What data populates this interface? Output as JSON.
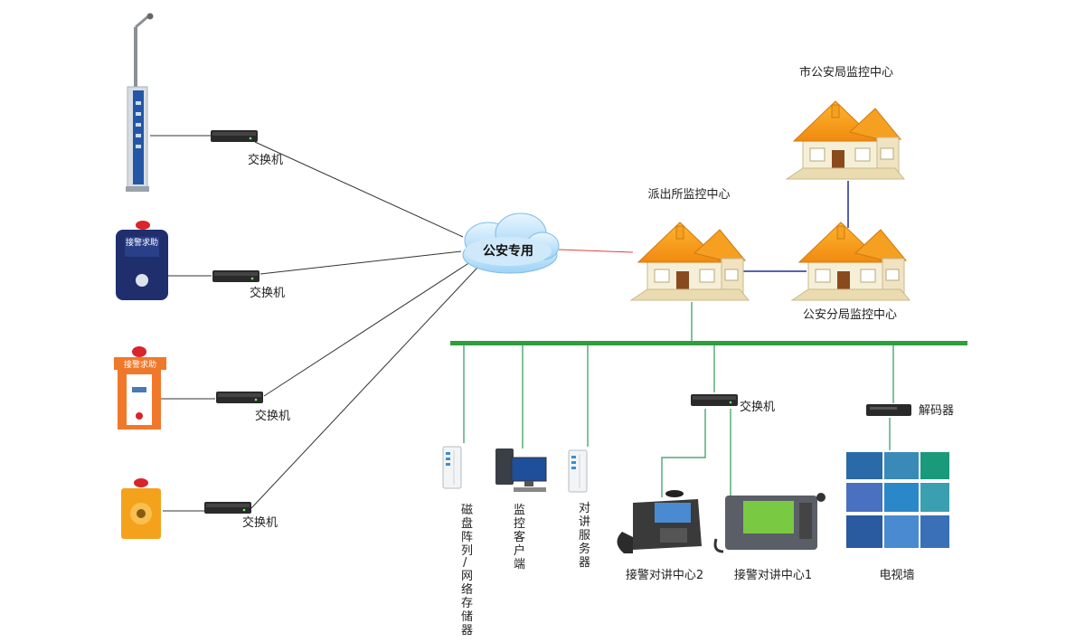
{
  "network": {
    "cloud_label": "公安专用"
  },
  "centers": {
    "city": "市公安局监控中心",
    "station": "派出所监控中心",
    "branch": "公安分局监控中心"
  },
  "left_switches": [
    "交换机",
    "交换机",
    "交换机",
    "交换机"
  ],
  "terminals": {
    "kiosk2_text": "接警求助",
    "kiosk3_text": "接警求助"
  },
  "bus_devices": {
    "disk_array": [
      "磁",
      "盘",
      "阵",
      "列",
      "/",
      "网",
      "络",
      "存",
      "储",
      "器"
    ],
    "monitor_client": [
      "监",
      "控",
      "客",
      "户",
      "端"
    ],
    "intercom_server": [
      "对",
      "讲",
      "服",
      "务",
      "器"
    ],
    "switch_label": "交换机",
    "decoder_label": "解码器",
    "phone_label": "接警对讲中心2",
    "console_label": "接警对讲中心1",
    "tv_wall_label": "电视墙"
  },
  "colors": {
    "bus": "#2e9e3e",
    "house_roof": "#f59a16",
    "link_blue": "#1f2d9b",
    "link_red": "#e04040",
    "link_green": "#2a9a5a"
  }
}
